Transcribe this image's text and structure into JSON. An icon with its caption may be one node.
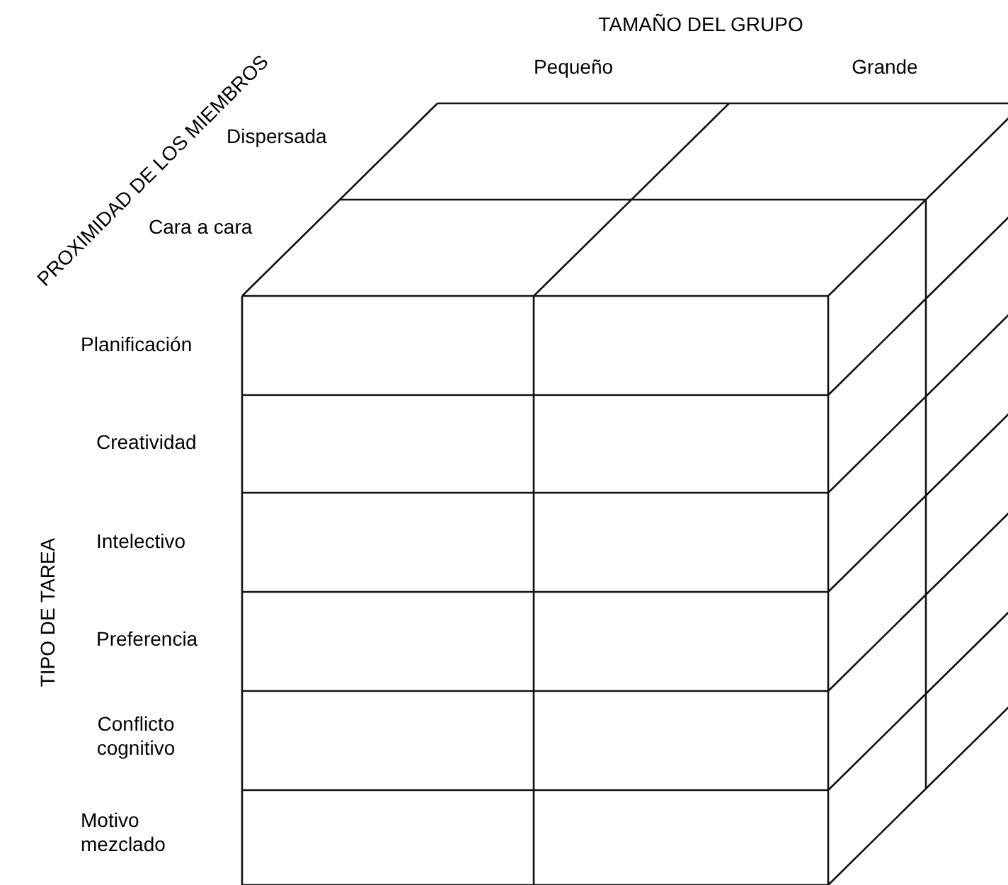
{
  "diagram": {
    "labels": [
      "TAMAÑO DEL GRUPO",
      "PROXIMIDAD DE LOS MIEMBROS",
      "Pequeño",
      "Grande",
      "Dispersada",
      "Cara a cara",
      "Planificación",
      "Creatividad",
      "Intelectivo",
      "Preferencia",
      "Conflicto cognitivo",
      "Motivo mezclado",
      "TIPO DE TAREA"
    ]
  }
}
